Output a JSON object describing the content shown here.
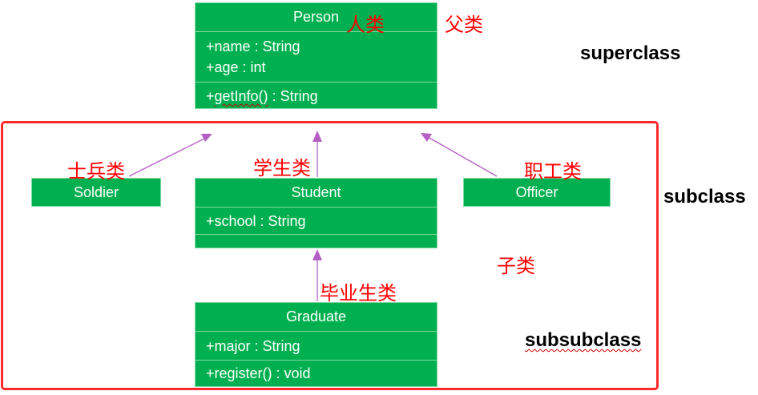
{
  "colors": {
    "box_fill": "#00b050",
    "box_text": "#ffffff",
    "label_red": "#ff0000",
    "frame_red": "#ff2a2a",
    "arrow": "#b45fc4"
  },
  "person": {
    "name": "Person",
    "attributes": [
      "+name : String",
      "+age : int"
    ],
    "method_prefix": "+",
    "method_name": "getInfo()",
    "method_suffix": " : String"
  },
  "soldier": {
    "name": "Soldier"
  },
  "student": {
    "name": "Student",
    "attributes": [
      "+school : String"
    ]
  },
  "officer": {
    "name": "Officer"
  },
  "graduate": {
    "name": "Graduate",
    "attributes": [
      "+major : String"
    ],
    "methods": [
      "+register() : void"
    ]
  },
  "labels": {
    "person_cn": "人类",
    "parent_cn": "父类",
    "soldier_cn": "士兵类",
    "student_cn": "学生类",
    "officer_cn": "职工类",
    "child_cn": "子类",
    "graduate_cn": "毕业生类",
    "superclass": "superclass",
    "subclass": "subclass",
    "subsubclass": "subsubclass"
  }
}
